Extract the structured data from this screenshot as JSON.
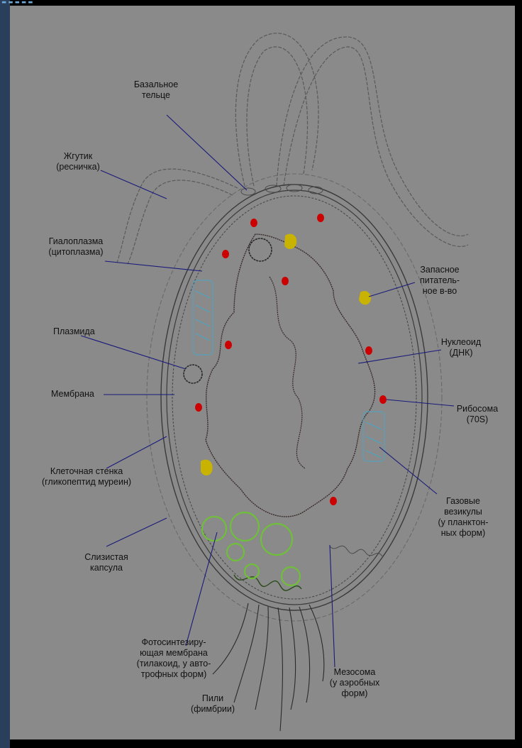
{
  "header_fragment": "-----",
  "colors": {
    "background": "#8a8a8a",
    "outer_frame": "#000000",
    "left_bar": "#2a3f5c",
    "ribosome": "#cc0000",
    "storage": "#c8b400",
    "gas_vesicle": "#4aa6c8",
    "thylakoid": "#6fbf3a",
    "leader_line": "#1a1a7a"
  },
  "labels": {
    "basal_body": [
      "Базальное",
      "тельце"
    ],
    "flagellum": [
      "Жгутик",
      "(ресничка)"
    ],
    "hyaloplasm": [
      "Гиалоплазма",
      "(цитоплазма)"
    ],
    "plasmid": [
      "Плазмида"
    ],
    "membrane": [
      "Мембрана"
    ],
    "cell_wall": [
      "Клеточная стенка",
      "(гликопептид муреин)"
    ],
    "slime_capsule": [
      "Слизистая",
      "капсула"
    ],
    "photosynthetic": [
      "Фотосинтезиру-",
      "ющая мембрана",
      "(тилакоид, у авто-",
      "трофных форм)"
    ],
    "pili": [
      "Пили",
      "(фимбрии)"
    ],
    "mesosome": [
      "Мезосома",
      "(у аэробных",
      "форм)"
    ],
    "gas_vesicles": [
      "Газовые",
      "везикулы",
      "(у планктон-",
      "ных форм)"
    ],
    "ribosome": [
      "Рибосома",
      "(70S)"
    ],
    "nucleoid": [
      "Нуклеоид",
      "(ДНК)"
    ],
    "storage": [
      "Запасное",
      "питатель-",
      "ное в-во"
    ]
  }
}
